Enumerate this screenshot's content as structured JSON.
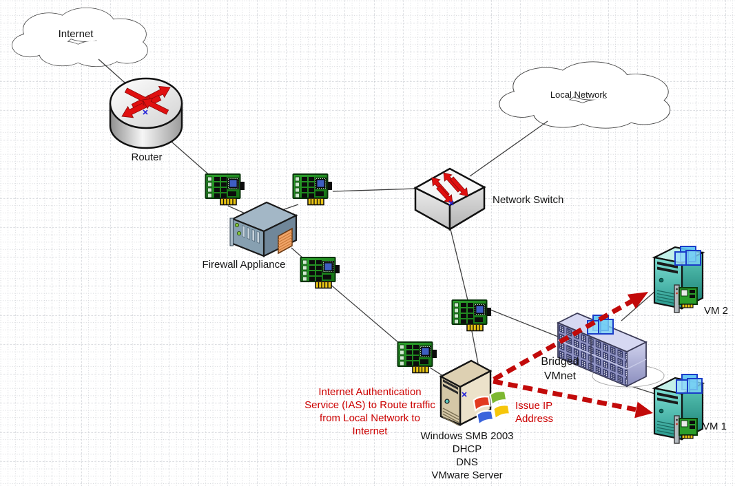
{
  "nodes": {
    "internet": "Internet",
    "router": "Router",
    "local_network": "Local Network",
    "network_switch": "Network Switch",
    "firewall_appliance": "Firewall Appliance",
    "server": "Windows SMB 2003\nDHCP\nDNS\nVMware Server",
    "bridged_vmnet": "Bridged\nVMnet",
    "vm1": "VM 1",
    "vm2": "VM 2"
  },
  "annotations": {
    "ias_note": "Internet Authentication\nService (IAS) to Route traffic\nfrom Local Network to\nInternet",
    "issue_ip_note": "Issue IP\nAddress"
  },
  "colors": {
    "annotation_red": "#cc0000",
    "dashed_arrow_red": "#c20a0a",
    "device_arrow_red": "#e01010",
    "nic_green": "#1f8f1f",
    "connector_gold": "#e9c413",
    "vm_teal": "#35b0a4",
    "vmnet_lavender": "#9093c4",
    "vm_square_blue": "#7cd2f4",
    "label_black": "#141414"
  }
}
